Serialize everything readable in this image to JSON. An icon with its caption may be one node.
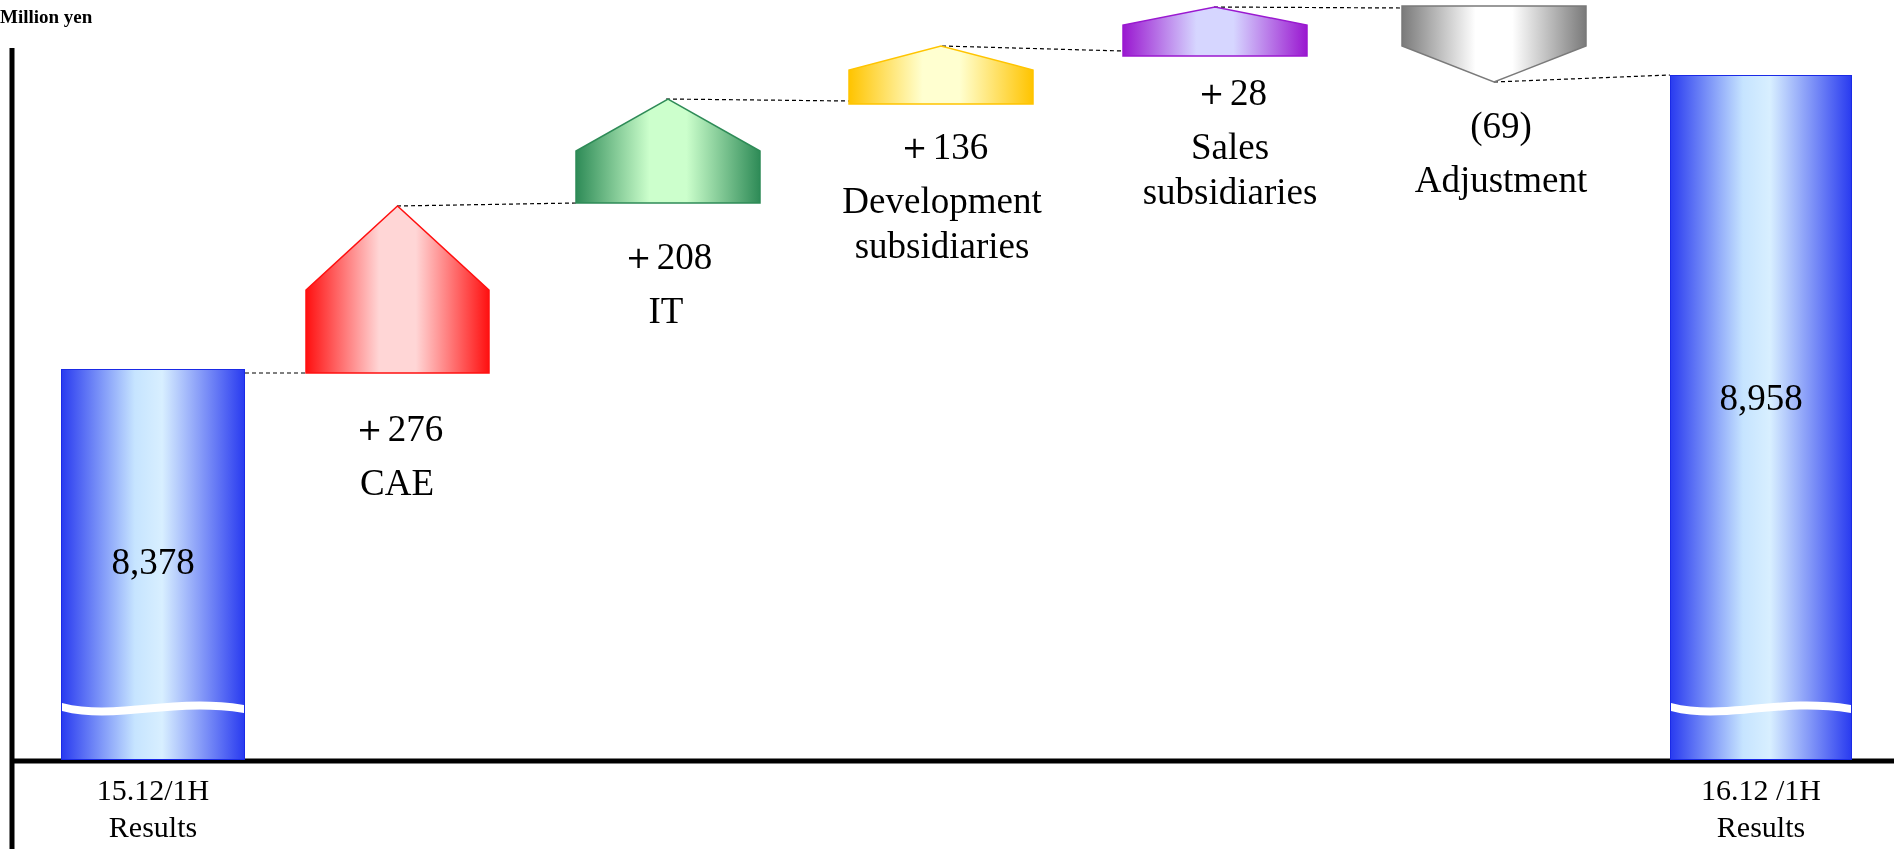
{
  "diagram": {
    "nodes": [
      {
        "text": [
          "8,378"
        ],
        "beside": [
          "15.12/1H Results"
        ]
      },
      {
        "text": [],
        "shape": "pentagon",
        "beside": [
          "＋276",
          "CAE"
        ]
      },
      {
        "text": [],
        "shape": "pentagon",
        "beside": [
          "＋208",
          "IT"
        ]
      },
      {
        "text": [],
        "shape": "pentagon",
        "beside": [
          "＋136",
          "Development subsidiaries"
        ]
      },
      {
        "text": [],
        "shape": "pentagon",
        "beside": [
          "＋28",
          "Sales subsidiaries"
        ]
      },
      {
        "text": [],
        "shape": "pentagon",
        "beside": [
          "(69)",
          "Adjustment"
        ]
      },
      {
        "text": [
          "8,958"
        ],
        "beside": [
          "16.12 /1H Results"
        ]
      }
    ],
    "edges": [
      {
        "from": 0,
        "to": 1,
        "arrow": "none",
        "style": "dashed"
      },
      {
        "from": 1,
        "to": 2,
        "arrow": "none",
        "style": "dashed"
      },
      {
        "from": 2,
        "to": 3,
        "arrow": "none",
        "style": "dashed"
      },
      {
        "from": 3,
        "to": 4,
        "arrow": "none",
        "style": "dashed"
      },
      {
        "from": 4,
        "to": 5,
        "arrow": "none",
        "style": "dashed"
      },
      {
        "from": 5,
        "to": 6,
        "arrow": "none",
        "style": "dashed"
      }
    ],
    "labels": [
      "Million yen"
    ]
  }
}
